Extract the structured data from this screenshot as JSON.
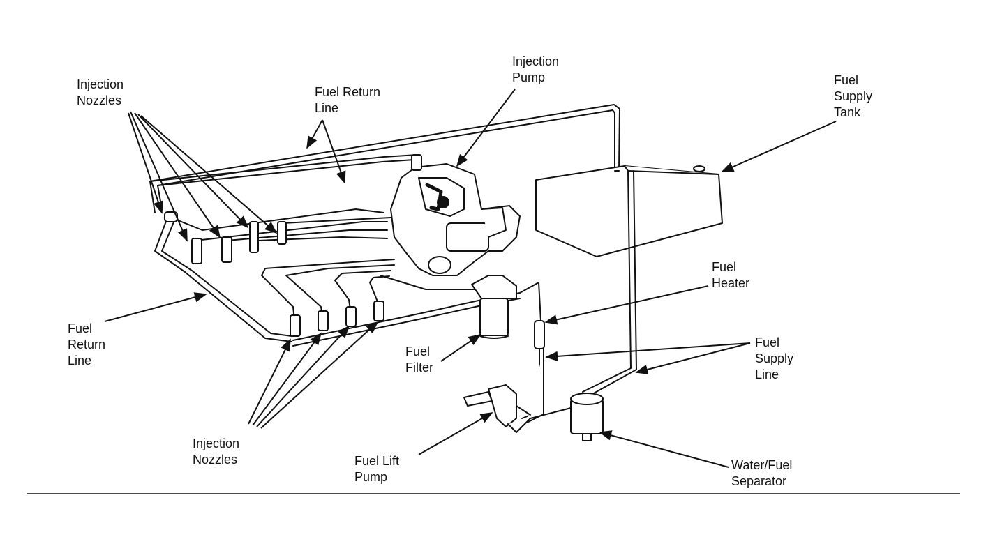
{
  "labels": {
    "injection_nozzles_top": [
      "Injection",
      "Nozzles"
    ],
    "fuel_return_line_top": [
      "Fuel Return",
      "Line"
    ],
    "injection_pump": [
      "Injection",
      "Pump"
    ],
    "fuel_supply_tank": [
      "Fuel",
      "Supply",
      "Tank"
    ],
    "fuel_heater": [
      "Fuel",
      "Heater"
    ],
    "fuel_supply_line": [
      "Fuel",
      "Supply",
      "Line"
    ],
    "fuel_return_line_left": [
      "Fuel",
      "Return",
      "Line"
    ],
    "fuel_filter": [
      "Fuel",
      "Filter"
    ],
    "injection_nozzles_bottom": [
      "Injection",
      "Nozzles"
    ],
    "fuel_lift_pump": [
      "Fuel Lift",
      "Pump"
    ],
    "water_fuel_separator": [
      "Water/Fuel",
      "Separator"
    ]
  },
  "colors": {
    "ink": "#111111",
    "background": "#ffffff"
  }
}
